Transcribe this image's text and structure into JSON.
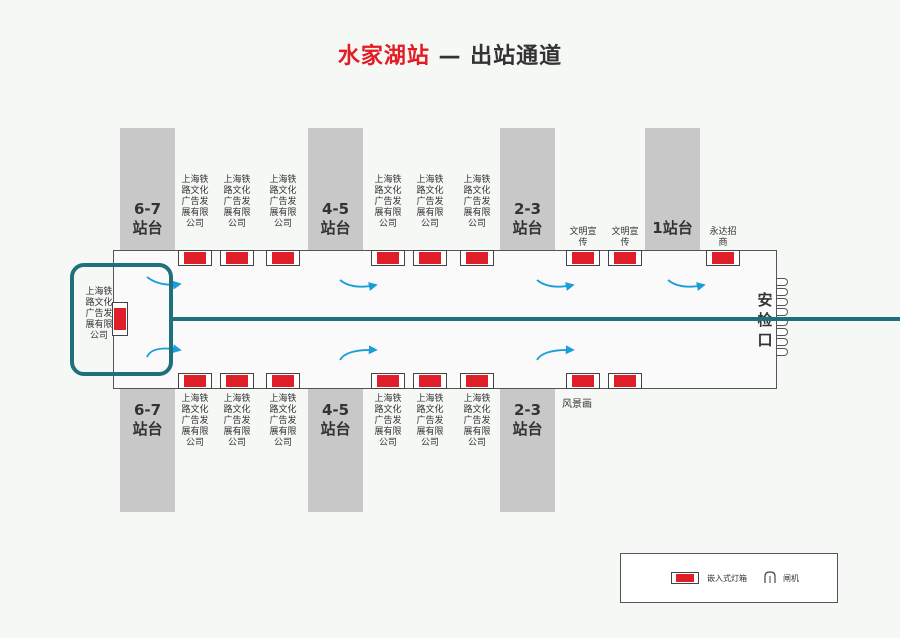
{
  "title": {
    "station": "水家湖站",
    "dash": "—",
    "route": "出站通道"
  },
  "platforms_top": [
    {
      "id": "p67t",
      "label": "6-7\n站台"
    },
    {
      "id": "p45t",
      "label": "4-5\n站台"
    },
    {
      "id": "p23t",
      "label": "2-3\n站台"
    },
    {
      "id": "p1t",
      "label": "1站台"
    }
  ],
  "platforms_bottom": [
    {
      "id": "p67b",
      "label": "6-7\n站台"
    },
    {
      "id": "p45b",
      "label": "4-5\n站台"
    },
    {
      "id": "p23b",
      "label": "2-3\n站台"
    }
  ],
  "ad_company": "上海铁路文化广告发展有限公司",
  "ad_wenming": "文明宣传",
  "ad_yongda": "永达招商",
  "ad_fengjing": "风景画",
  "security_label": "安检口",
  "legend": {
    "lightbox": "嵌入式灯箱",
    "gate": "闸机"
  },
  "colors": {
    "accent_red": "#e31b23",
    "highlight": "#1f6f7d",
    "arrow": "#1a9ed9",
    "platform": "#c8c8c8"
  }
}
